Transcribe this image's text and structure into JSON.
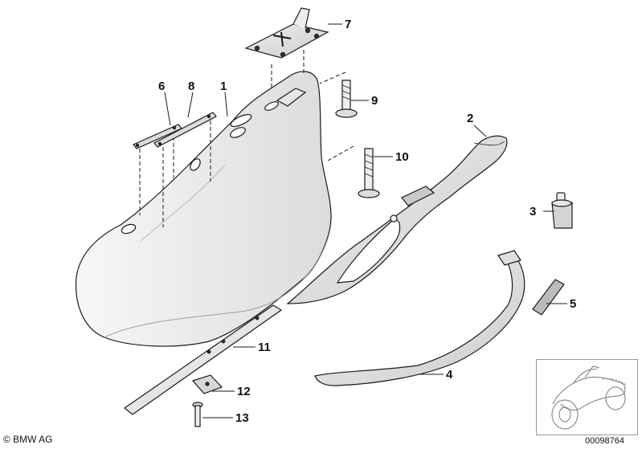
{
  "callouts": {
    "n1": "1",
    "n2": "2",
    "n3": "3",
    "n4": "4",
    "n5": "5",
    "n6": "6",
    "n7": "7",
    "n8": "8",
    "n9": "9",
    "n10": "10",
    "n11": "11",
    "n12": "12",
    "n13": "13"
  },
  "footer": {
    "copyright": "© BMW AG",
    "document_number": "00098764"
  },
  "colors": {
    "line": "#1a1a1a",
    "shade_light": "#f1f1f1",
    "shade_mid": "#d9d9d9",
    "shade_dark": "#b5b5b5"
  },
  "thumbnail": {
    "icon": "motorcycle-thumbnail-icon"
  }
}
